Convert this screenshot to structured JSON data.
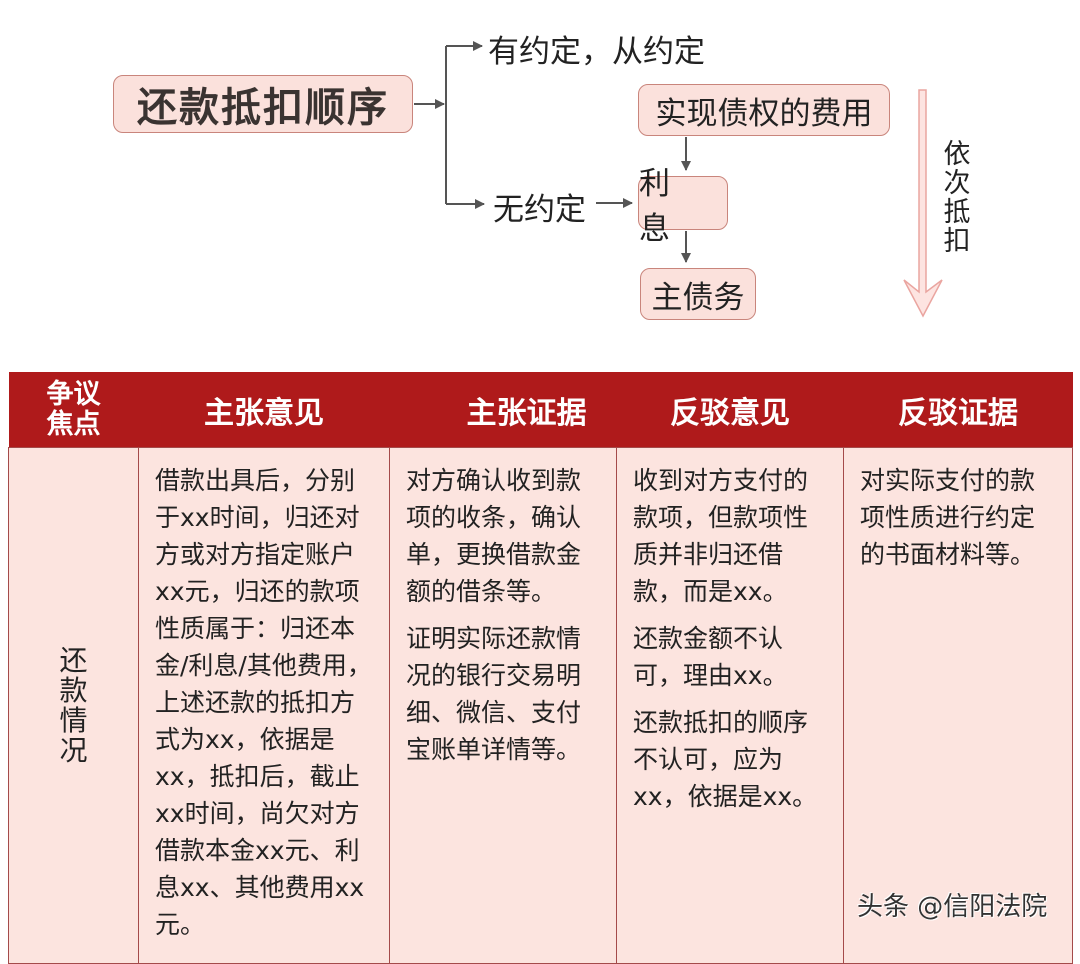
{
  "diagram": {
    "root": "还款抵扣顺序",
    "branch_agreed": "有约定，从约定",
    "branch_no_agreement": "无约定",
    "sequence": [
      "实现债权的费用",
      "利 息",
      "主债务"
    ],
    "order_label": "依次抵扣",
    "colors": {
      "node_fill": "#fbe1dc",
      "node_border": "#c9857c",
      "arrow": "#555555",
      "big_arrow": "#f4b8b3"
    }
  },
  "table": {
    "headers": [
      "争议焦点",
      "主张意见",
      "主张证据",
      "反驳意见",
      "反驳证据"
    ],
    "rows": [
      {
        "topic": "还款情况",
        "claim_opinion": [
          "借款出具后，分别于xx时间，归还对方或对方指定账户xx元，归还的款项性质属于：归还本金/利息/其他费用，上述还款的抵扣方式为xx，依据是xx，抵扣后，截止xx时间，尚欠对方借款本金xx元、利息xx、其他费用xx元。"
        ],
        "claim_evidence": [
          "对方确认收到款项的收条，确认单，更换借款金额的借条等。",
          "证明实际还款情况的银行交易明细、微信、支付宝账单详情等。"
        ],
        "rebuttal_opinion": [
          "收到对方支付的款项，但款项性质并非归还借款，而是xx。",
          "还款金额不认可，理由xx。",
          "还款抵扣的顺序不认可，应为xx，依据是xx。"
        ],
        "rebuttal_evidence": [
          "对实际支付的款项性质进行约定的书面材料等。"
        ]
      }
    ],
    "colors": {
      "header_bg": "#af1a1b",
      "header_text": "#ffffff",
      "cell_bg": "#fce4df",
      "border": "#a44a4a"
    }
  },
  "watermark": "头条 @信阳法院"
}
